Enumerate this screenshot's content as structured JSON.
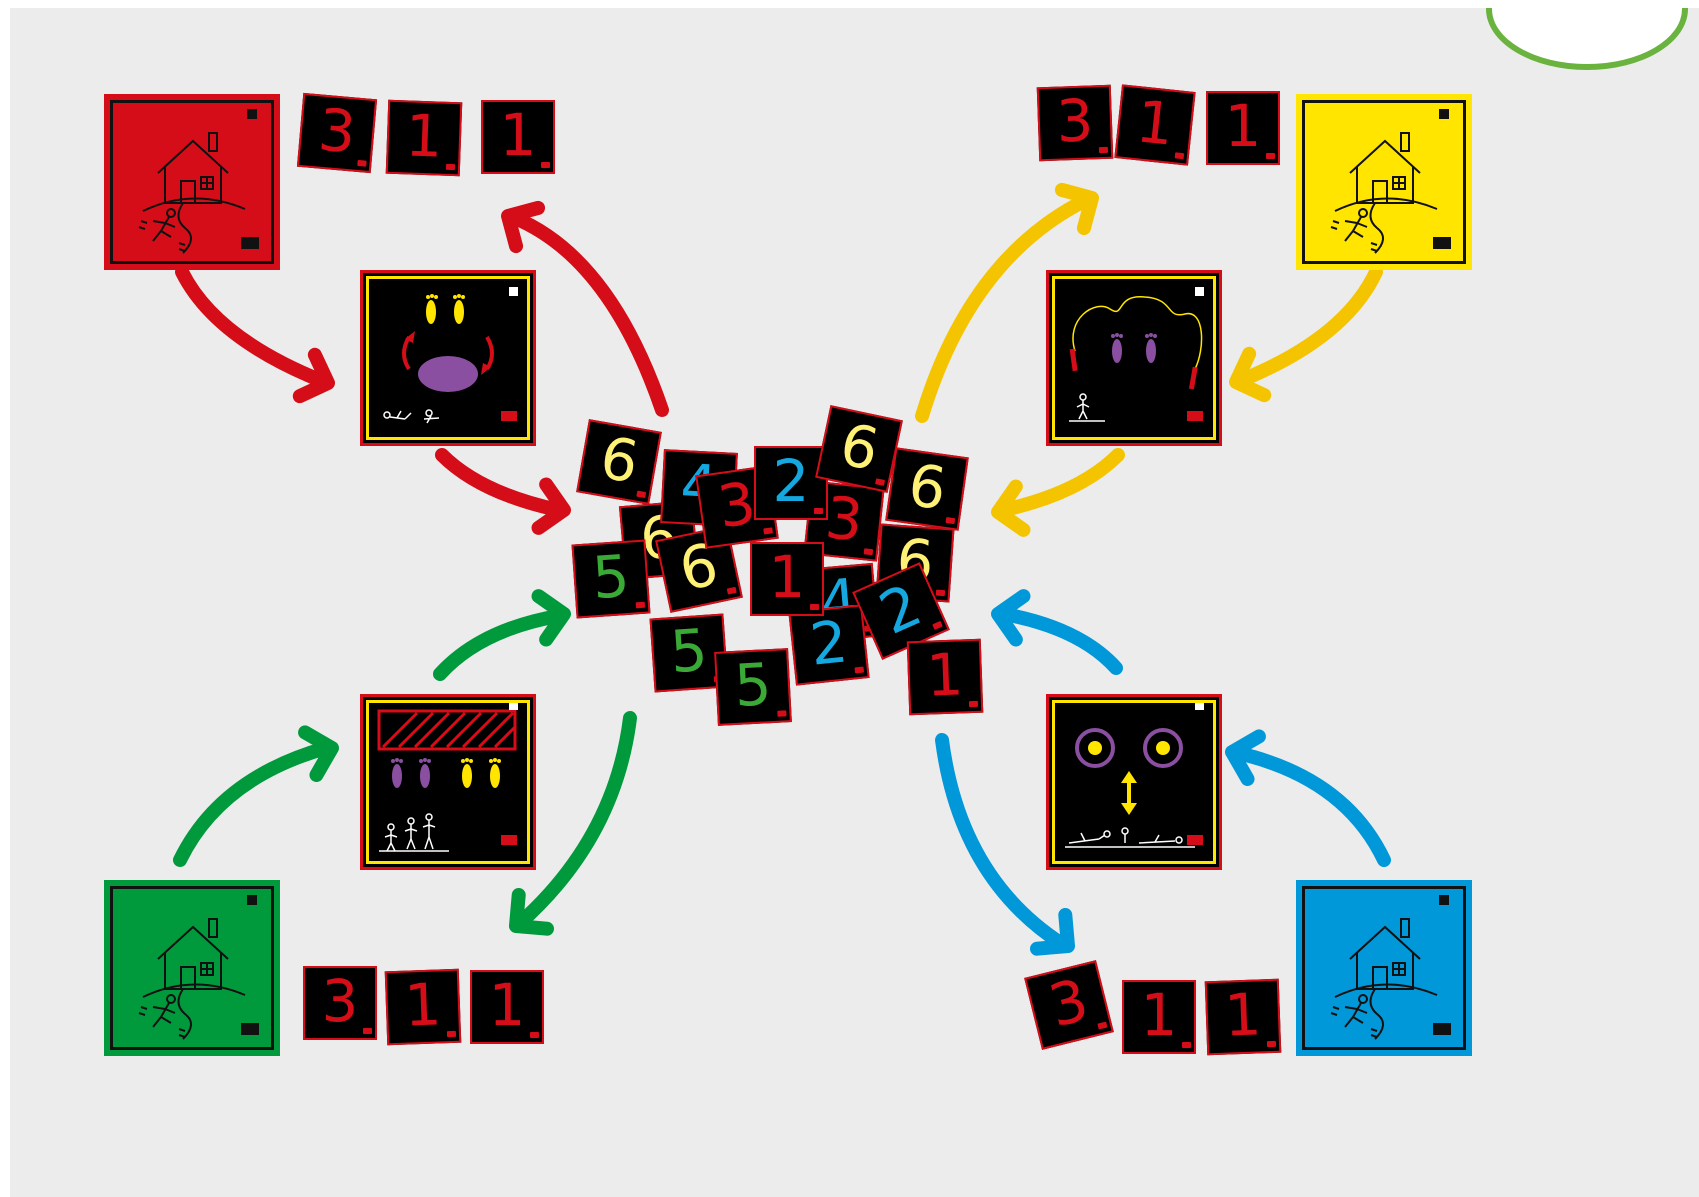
{
  "colors": {
    "red": "#d50d18",
    "yellow": "#ffe500",
    "arrow_yellow": "#f5c400",
    "green": "#009a3d",
    "blue": "#0098d8",
    "card_bg": "#000000",
    "num_yellow": "#fff176",
    "num_blue": "#15a7e0",
    "num_green": "#3aa935",
    "purple": "#8a4fa0"
  },
  "icons": {
    "home": "house-runner-icon",
    "station_nw": "feet-rotate-icon",
    "station_ne": "jump-rope-icon",
    "station_sw": "hurdle-icon",
    "station_se": "hand-targets-icon",
    "badge": "foot-badge-icon"
  },
  "corners": {
    "nw": {
      "cards": [
        "3",
        "1",
        "1"
      ]
    },
    "ne": {
      "cards": [
        "3",
        "1",
        "1"
      ]
    },
    "sw": {
      "cards": [
        "3",
        "1",
        "1"
      ]
    },
    "se": {
      "cards": [
        "3",
        "1",
        "1"
      ]
    }
  },
  "pile": [
    "6",
    "4",
    "3",
    "2",
    "6",
    "3",
    "6",
    "6",
    "6",
    "5",
    "1",
    "4",
    "6",
    "2",
    "5",
    "5",
    "2",
    "1"
  ]
}
